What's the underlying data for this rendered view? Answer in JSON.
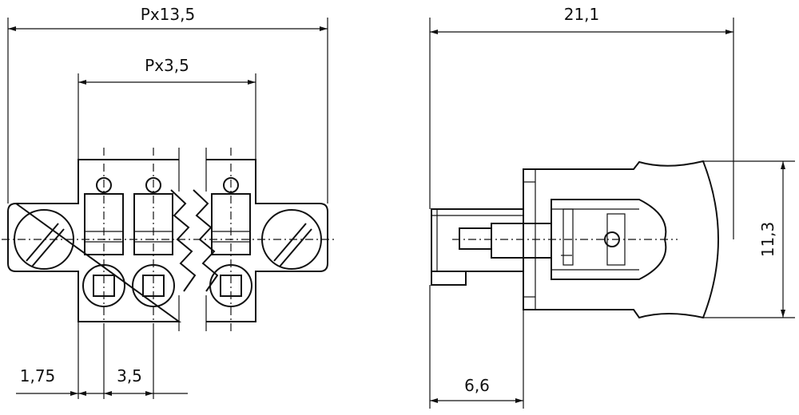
{
  "dimensions": {
    "total_width": "Px13,5",
    "pitch_width": "Px3,5",
    "edge_offset": "1,75",
    "pitch": "3,5",
    "side_length": "21,1",
    "side_height": "11,3",
    "plug_depth": "6,6"
  }
}
